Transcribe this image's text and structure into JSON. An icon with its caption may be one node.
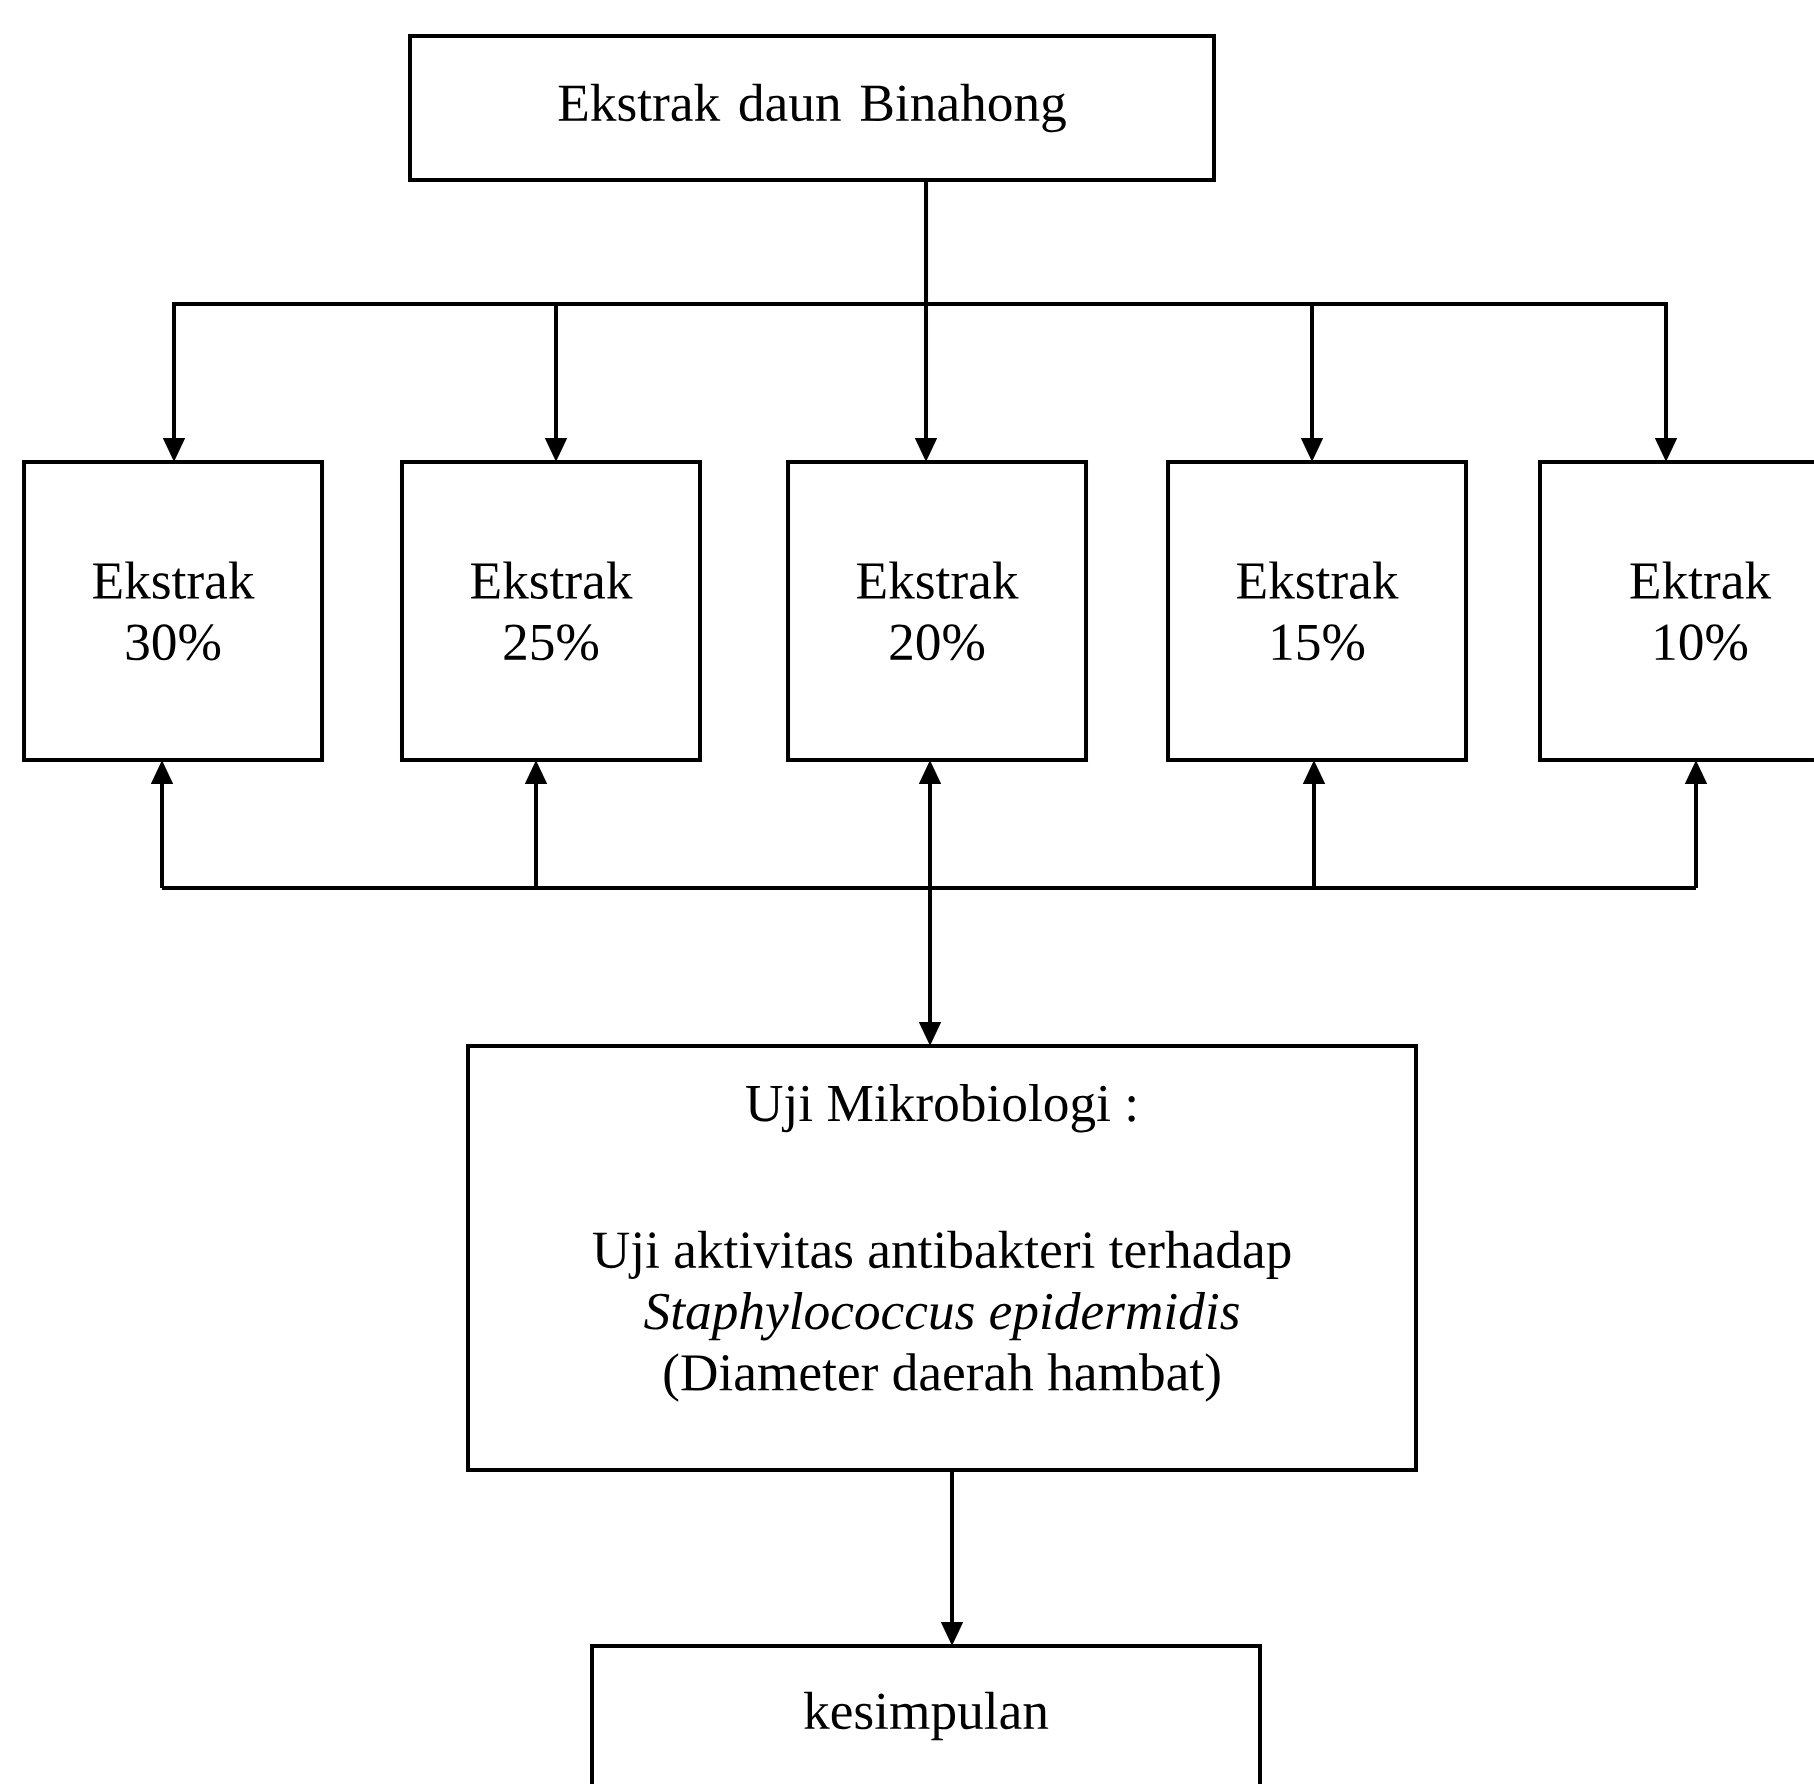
{
  "diagram": {
    "nodes": [
      {
        "text": [
          "Ekstrak daun Binahong"
        ]
      },
      {
        "text": [
          "Ekstrak 30%"
        ]
      },
      {
        "text": [
          "Ekstrak 25%"
        ]
      },
      {
        "text": [
          "Ekstrak 20%"
        ]
      },
      {
        "text": [
          "Ekstrak 15%"
        ]
      },
      {
        "text": [
          "Ektrak 10%"
        ]
      },
      {
        "text": [
          "Uji Mikrobiologi :",
          "Uji aktivitas antibakteri terhadap *Staphylococcus epidermidis* (Diameter daerah hambat)"
        ]
      },
      {
        "text": [
          "kesimpulan"
        ]
      }
    ],
    "edges": [
      {
        "from": 0,
        "to": 1,
        "arrow": "to"
      },
      {
        "from": 0,
        "to": 2,
        "arrow": "to"
      },
      {
        "from": 0,
        "to": 3,
        "arrow": "to"
      },
      {
        "from": 0,
        "to": 4,
        "arrow": "to"
      },
      {
        "from": 0,
        "to": 5,
        "arrow": "to"
      },
      {
        "from": 1,
        "to": 6,
        "arrow": "both"
      },
      {
        "from": 2,
        "to": 6,
        "arrow": "both"
      },
      {
        "from": 3,
        "to": 6,
        "arrow": "both"
      },
      {
        "from": 4,
        "to": 6,
        "arrow": "both"
      },
      {
        "from": 5,
        "to": 6,
        "arrow": "both"
      },
      {
        "from": 6,
        "to": 7,
        "arrow": "to"
      }
    ]
  }
}
